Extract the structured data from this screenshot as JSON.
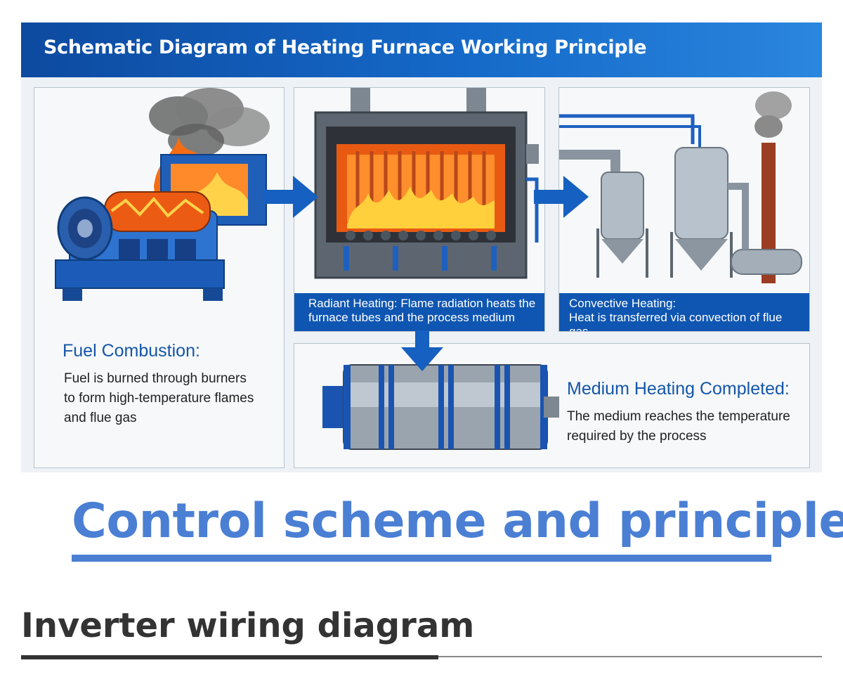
{
  "banner": {
    "title": "Schematic Diagram of Heating Furnace Working Principle"
  },
  "panels": {
    "combustion": {
      "heading": "Fuel Combustion:",
      "lines": [
        "Fuel is burned through burners",
        "to form high-temperature flames",
        "and flue gas"
      ]
    },
    "radiant": {
      "lines": [
        "Radiant Heating: Flame radiation heats the",
        "furnace tubes and the process medium"
      ]
    },
    "convective": {
      "lines": [
        "Convective Heating:",
        "Heat is transferred via convection of flue gas"
      ]
    },
    "completed": {
      "heading": "Medium Heating Completed:",
      "lines": [
        "The medium reaches the temperature",
        "required by the process"
      ]
    }
  },
  "sections": {
    "control_title": "Control scheme and principle",
    "inverter_title": "Inverter wiring diagram"
  },
  "colors": {
    "accent_blue": "#4a7fd4",
    "banner_blue": "#1569c8",
    "caption_blue": "#0f56b2",
    "flow_arrow": "#1560c0",
    "dark_text": "#333333"
  }
}
